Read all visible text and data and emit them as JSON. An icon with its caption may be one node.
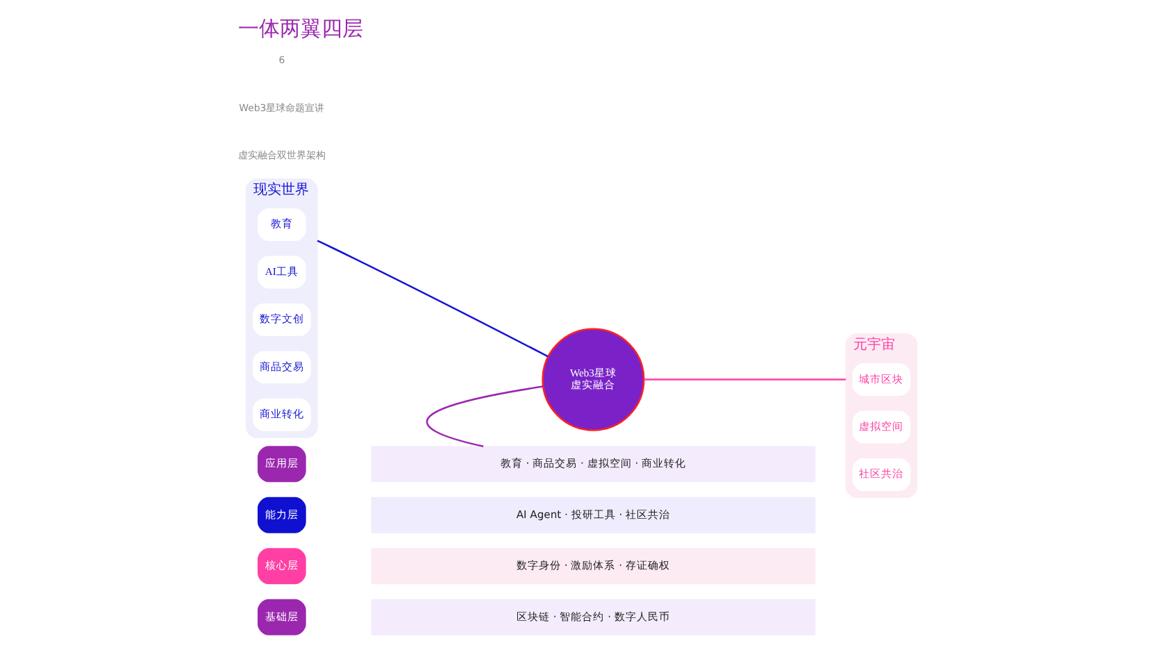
{
  "diagram": {
    "title": "一体两翼四层",
    "nodes": [
      {
        "text": [
          "现实世界"
        ]
      },
      {
        "text": [
          "教育"
        ],
        "in": 0
      },
      {
        "text": [
          "AI工具"
        ],
        "in": 0
      },
      {
        "text": [
          "数字文创"
        ],
        "in": 0
      },
      {
        "text": [
          "商品交易"
        ],
        "in": 0
      },
      {
        "text": [
          "商业转化"
        ],
        "in": 0
      },
      {
        "text": [
          "Web3星球",
          "虚实融合"
        ]
      },
      {
        "text": [
          "元宇宙"
        ]
      },
      {
        "text": [
          "城市区块"
        ],
        "in": 7
      },
      {
        "text": [
          "虚拟空间"
        ],
        "in": 7
      },
      {
        "text": [
          "社区共治"
        ],
        "in": 7
      },
      {
        "text": [
          "应用层"
        ]
      },
      {
        "text": [
          "教育 · 商品交易 · 虚拟空间 · 商业转化"
        ]
      },
      {
        "text": [
          "能力层"
        ]
      },
      {
        "text": [
          "AI Agent · 投研工具 · 社区共治"
        ]
      },
      {
        "text": [
          "核心层"
        ]
      },
      {
        "text": [
          "数字身份 · 激励体系 · 存证确权"
        ]
      },
      {
        "text": [
          "基础层"
        ]
      },
      {
        "text": [
          "区块链 · 智能合约 · 数字人民币"
        ]
      }
    ],
    "edges": [
      {
        "from": 0,
        "to": 6,
        "arrow": "none",
        "color": "#1414d4"
      },
      {
        "from": 6,
        "to": 7,
        "arrow": "none",
        "color": "#ff3fa4"
      },
      {
        "from": 6,
        "to": 12,
        "arrow": "none",
        "color": "#9b27af"
      }
    ],
    "labels": [
      "虚实融合双世界架构",
      "Web3星球命题宣讲",
      "6"
    ]
  }
}
